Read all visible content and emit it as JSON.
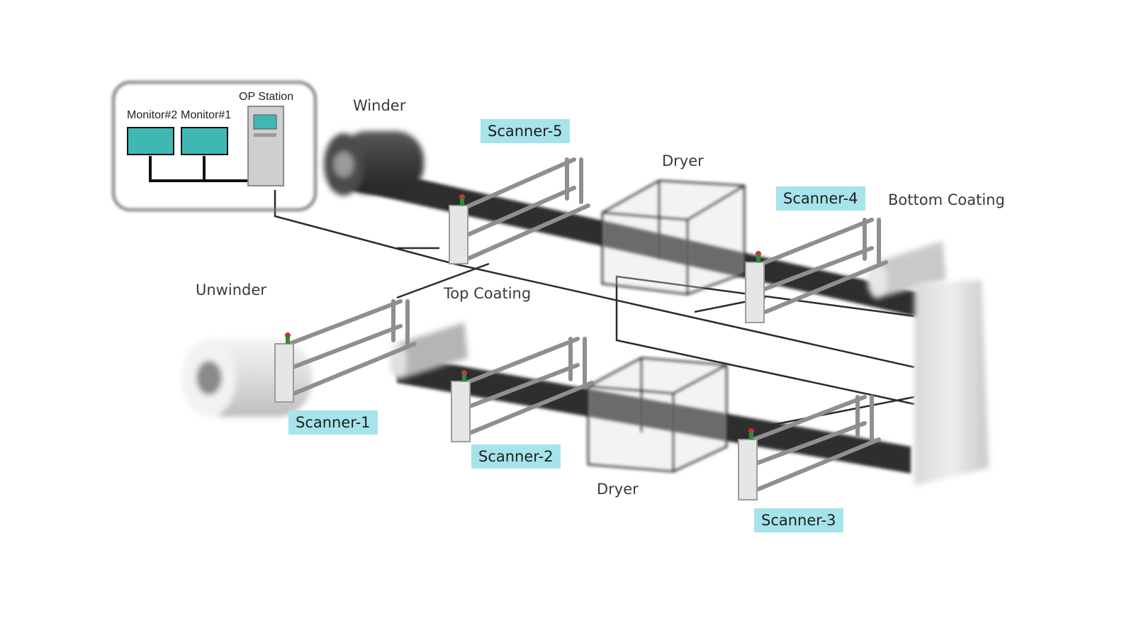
{
  "labels": {
    "op_station": "OP Station",
    "monitor2": "Monitor#2",
    "monitor1": "Monitor#1",
    "winder": "Winder",
    "unwinder": "Unwinder",
    "top_coating": "Top Coating",
    "bottom_coating": "Bottom Coating",
    "dryer_top": "Dryer",
    "dryer_bottom": "Dryer"
  },
  "scanners": {
    "s1": "Scanner-1",
    "s2": "Scanner-2",
    "s3": "Scanner-3",
    "s4": "Scanner-4",
    "s5": "Scanner-5"
  },
  "colors": {
    "tag_bg": "#a6e3ea",
    "monitor_screen": "#3fb8b3",
    "web": "#2f2f2f"
  }
}
